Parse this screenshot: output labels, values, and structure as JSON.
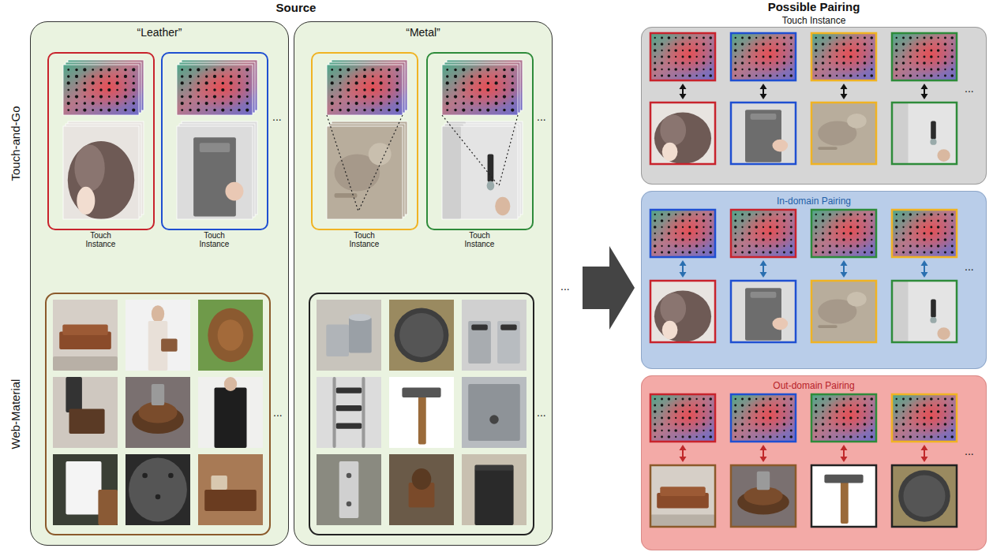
{
  "diagram": {
    "nodes": [
      {
        "text": [
          "“Leather”"
        ]
      },
      {
        "text": [
          "Touch Instance"
        ],
        "in": 0
      },
      {
        "text": [
          "Touch Instance"
        ],
        "in": 0
      },
      {
        "text": [
          "“Metal”"
        ]
      },
      {
        "text": [
          "Touch Instance"
        ],
        "in": 3
      },
      {
        "text": [
          "Touch Instance"
        ],
        "in": 3
      },
      {
        "text": [
          "Touch Instance"
        ]
      },
      {
        "text": [
          "In-domain Pairing"
        ]
      },
      {
        "text": [
          "Out-domain Pairing"
        ]
      }
    ],
    "labels": [
      "Source",
      "Possible Pairing",
      "Touch-and-Go",
      "Web-Material",
      "...",
      "...",
      "...",
      "...",
      "...",
      "...",
      "...",
      "..."
    ]
  }
}
